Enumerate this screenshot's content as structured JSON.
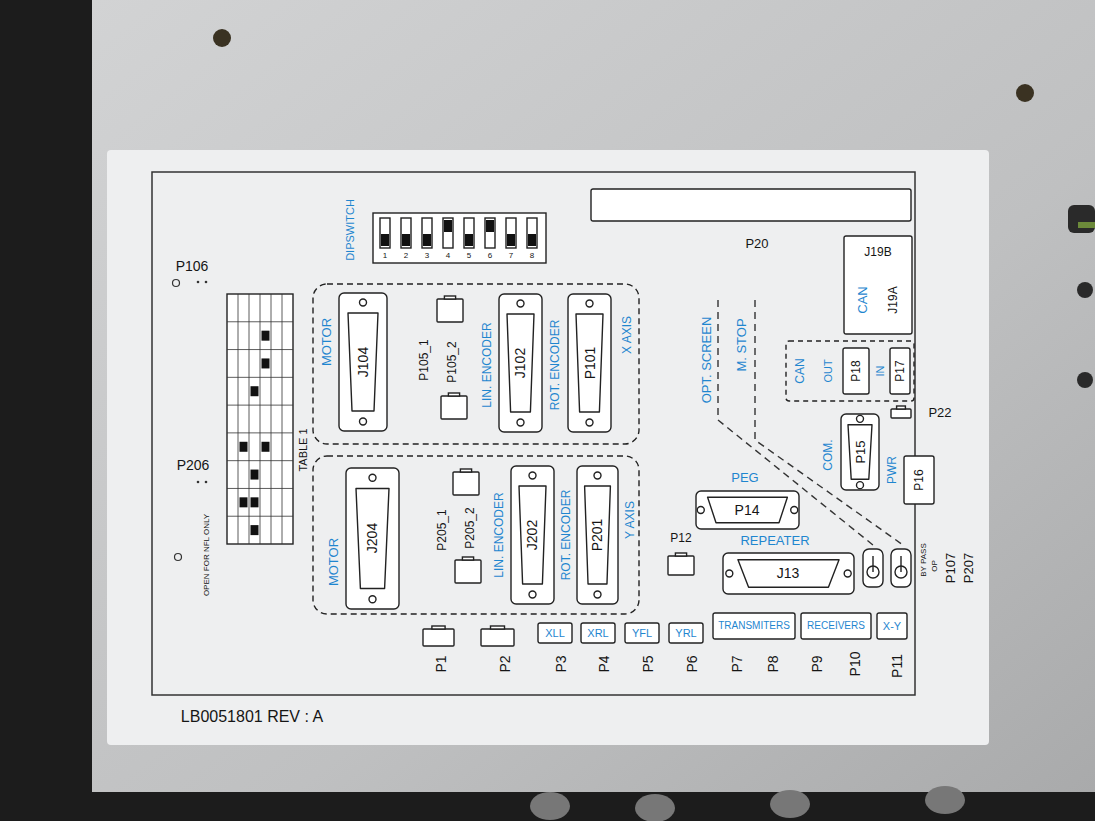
{
  "diagram": {
    "nodes": [
      {
        "text": [
          "X AXIS"
        ]
      },
      {
        "text": [
          "J104",
          "MOTOR"
        ],
        "in": 0
      },
      {
        "text": [
          "J102",
          "LIN. ENCODER"
        ],
        "in": 0
      },
      {
        "text": [
          "P101",
          "ROT. ENCODER"
        ],
        "in": 0
      },
      {
        "text": [
          "P105_1"
        ],
        "in": 0
      },
      {
        "text": [
          "P105_2"
        ],
        "in": 0
      },
      {
        "text": [
          "Y AXIS"
        ]
      },
      {
        "text": [
          "J204",
          "MOTOR"
        ],
        "in": 6
      },
      {
        "text": [
          "J202",
          "LIN. ENCODER"
        ],
        "in": 6
      },
      {
        "text": [
          "P201",
          "ROT. ENCODER"
        ],
        "in": 6
      },
      {
        "text": [
          "P205_1"
        ],
        "in": 6
      },
      {
        "text": [
          "P205_2"
        ],
        "in": 6
      },
      {
        "text": [
          "DIPSWITCH",
          "1",
          "2",
          "3",
          "4",
          "5",
          "6",
          "7",
          "8"
        ]
      },
      {
        "text": [
          "P20"
        ]
      },
      {
        "text": [
          "J19B",
          "CAN",
          "J19A"
        ]
      },
      {
        "text": [
          "CAN"
        ]
      },
      {
        "text": [
          "P18",
          "OUT"
        ],
        "in": 15
      },
      {
        "text": [
          "P17",
          "IN"
        ],
        "in": 15
      },
      {
        "text": [
          "P22"
        ]
      },
      {
        "text": [
          "P15",
          "COM."
        ]
      },
      {
        "text": [
          "P16",
          "PWR"
        ]
      },
      {
        "text": [
          "P14",
          "PEG"
        ]
      },
      {
        "text": [
          "P12"
        ]
      },
      {
        "text": [
          "J13",
          "REPEATER"
        ]
      },
      {
        "text": [
          "P107",
          "BY PASS"
        ]
      },
      {
        "text": [
          "P207",
          "OP"
        ]
      },
      {
        "text": [
          "P1"
        ]
      },
      {
        "text": [
          "P2"
        ]
      },
      {
        "text": [
          "XLL",
          "P3"
        ]
      },
      {
        "text": [
          "XRL",
          "P4"
        ]
      },
      {
        "text": [
          "YFL",
          "P5"
        ]
      },
      {
        "text": [
          "YRL",
          "P6"
        ]
      },
      {
        "text": [
          "TRANSMITERS",
          "P7",
          "P8"
        ]
      },
      {
        "text": [
          "RECEIVERS",
          "P9",
          "P10"
        ]
      },
      {
        "text": [
          "X-Y",
          "P11"
        ]
      },
      {
        "text": [
          "TABLE 1",
          "OPEN FOR NFL ONLY"
        ]
      }
    ],
    "labels": [
      "OPT. SCREEN",
      "M. STOP",
      "P106",
      "P206",
      "LB0051801 REV : A"
    ]
  }
}
